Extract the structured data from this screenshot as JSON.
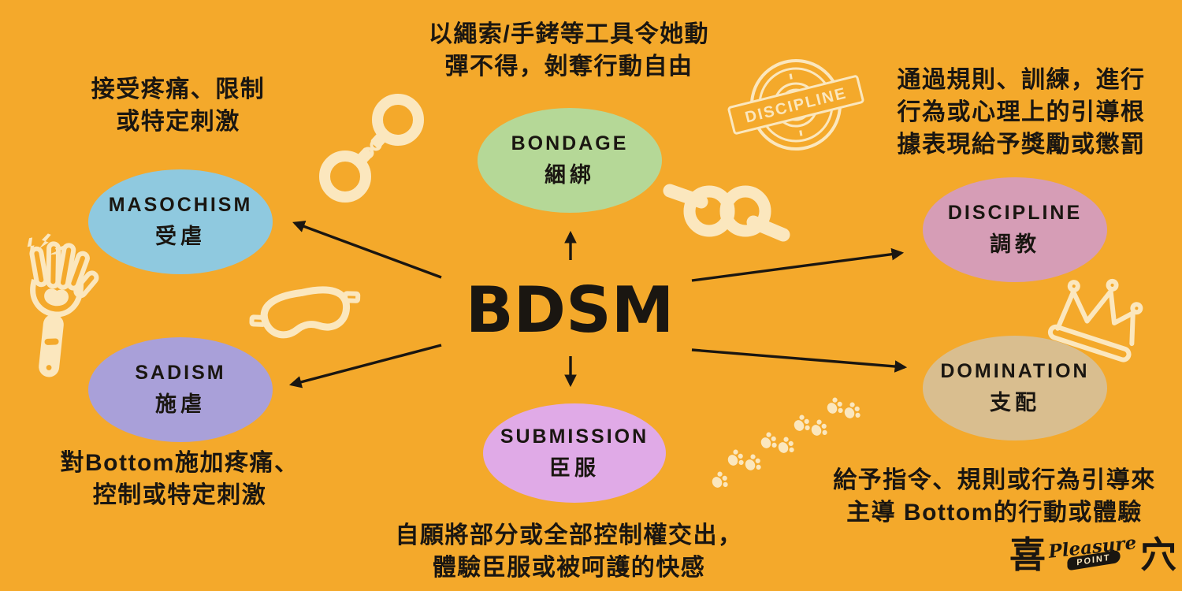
{
  "colors": {
    "background": "#F4A92B",
    "ink": "#1A1611",
    "cream": "#FBE7BE"
  },
  "center": {
    "label": "BDSM"
  },
  "nodes": [
    {
      "id": "bondage",
      "en": "BONDAGE",
      "zh": "綑綁",
      "color": "#B5D897"
    },
    {
      "id": "masochism",
      "en": "MASOCHISM",
      "zh": "受虐",
      "color": "#8FC9DF"
    },
    {
      "id": "sadism",
      "en": "SADISM",
      "zh": "施虐",
      "color": "#A9A0D9"
    },
    {
      "id": "discipline",
      "en": "DISCIPLINE",
      "zh": "調教",
      "color": "#D69DB6"
    },
    {
      "id": "domination",
      "en": "DOMINATION",
      "zh": "支配",
      "color": "#D9BE8F"
    },
    {
      "id": "submission",
      "en": "SUBMISSION",
      "zh": "臣服",
      "color": "#E0AAE7"
    }
  ],
  "descriptions": {
    "bondage": {
      "lines": [
        "以繩索/手銬等工具令她動",
        "彈不得，剝奪行動自由"
      ]
    },
    "masochism": {
      "lines": [
        "接受疼痛、限制",
        "或特定刺激"
      ]
    },
    "discipline": {
      "lines": [
        "通過規則、訓練，進行",
        "行為或心理上的引導根",
        "據表現給予獎勵或懲罰"
      ]
    },
    "sadism": {
      "lines": [
        "對Bottom施加疼痛、",
        "控制或特定刺激"
      ]
    },
    "submission": {
      "lines": [
        "自願將部分或全部控制權交出，",
        "體驗臣服或被呵護的快感"
      ]
    },
    "domination": {
      "lines": [
        "給予指令、規則或行為引導來",
        "主導 Bottom的行動或體驗"
      ]
    }
  },
  "stamp": {
    "label": "DISCIPLINE"
  },
  "logo": {
    "left_char": "喜",
    "script": "Pleasure",
    "banner": "POINT",
    "right_char": "穴"
  }
}
